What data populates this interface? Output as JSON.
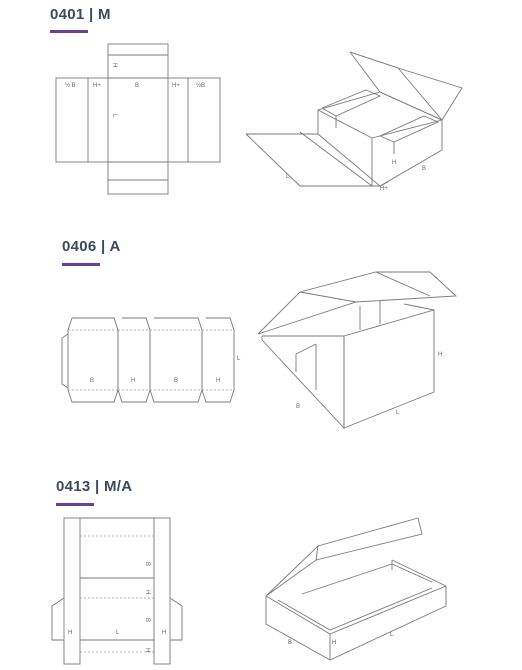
{
  "sections": [
    {
      "title": "0401 | M",
      "flat_labels": [
        "½ B",
        "H+",
        "B",
        "H+",
        "½B",
        "H",
        "L"
      ],
      "box_labels": [
        "L",
        "H",
        "B",
        "H+"
      ]
    },
    {
      "title": "0406 | A",
      "flat_labels": [
        "B",
        "H",
        "B",
        "H",
        "L"
      ],
      "box_labels": [
        "H",
        "B",
        "L"
      ]
    },
    {
      "title": "0413 | M/A",
      "flat_labels": [
        "B",
        "H",
        "H",
        "L",
        "B",
        "H",
        "H"
      ],
      "box_labels": [
        "B",
        "H",
        "L"
      ]
    }
  ],
  "colors": {
    "accent": "#6b3fa0",
    "title": "#3d4a5c",
    "line": "#7a7a7a"
  }
}
